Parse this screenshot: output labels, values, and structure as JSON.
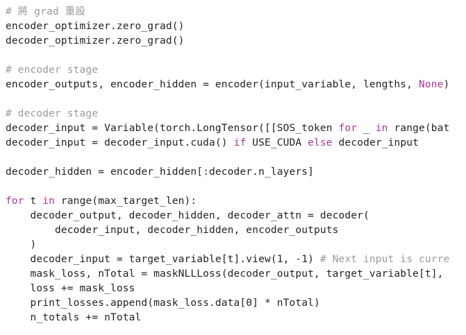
{
  "colors": {
    "background": "#ffffff",
    "text": "#222222",
    "comment": "#9a9a9a",
    "keyword": "#b0339e"
  },
  "code": {
    "lines": [
      [
        {
          "t": "comment",
          "v": "# 將 grad 重設"
        }
      ],
      [
        {
          "t": "plain",
          "v": "encoder_optimizer.zero_grad()"
        }
      ],
      [
        {
          "t": "plain",
          "v": "decoder_optimizer.zero_grad()"
        }
      ],
      [],
      [
        {
          "t": "comment",
          "v": "# encoder stage"
        }
      ],
      [
        {
          "t": "plain",
          "v": "encoder_outputs, encoder_hidden = encoder(input_variable, lengths, "
        },
        {
          "t": "const",
          "v": "None"
        },
        {
          "t": "plain",
          "v": ")"
        }
      ],
      [],
      [
        {
          "t": "comment",
          "v": "# decoder stage"
        }
      ],
      [
        {
          "t": "plain",
          "v": "decoder_input = Variable(torch.LongTensor([[SOS_token "
        },
        {
          "t": "keyword",
          "v": "for"
        },
        {
          "t": "plain",
          "v": " _ "
        },
        {
          "t": "keyword",
          "v": "in"
        },
        {
          "t": "plain",
          "v": " range(bat"
        }
      ],
      [
        {
          "t": "plain",
          "v": "decoder_input = decoder_input.cuda() "
        },
        {
          "t": "keyword",
          "v": "if"
        },
        {
          "t": "plain",
          "v": " USE_CUDA "
        },
        {
          "t": "keyword",
          "v": "else"
        },
        {
          "t": "plain",
          "v": " decoder_input"
        }
      ],
      [],
      [
        {
          "t": "plain",
          "v": "decoder_hidden = encoder_hidden[:decoder.n_layers]"
        }
      ],
      [],
      [
        {
          "t": "keyword",
          "v": "for"
        },
        {
          "t": "plain",
          "v": " t "
        },
        {
          "t": "keyword",
          "v": "in"
        },
        {
          "t": "plain",
          "v": " range(max_target_len):"
        }
      ],
      [
        {
          "t": "plain",
          "v": "    decoder_output, decoder_hidden, decoder_attn = decoder("
        }
      ],
      [
        {
          "t": "plain",
          "v": "        decoder_input, decoder_hidden, encoder_outputs"
        }
      ],
      [
        {
          "t": "plain",
          "v": "    )"
        }
      ],
      [
        {
          "t": "plain",
          "v": "    decoder_input = target_variable[t].view(1, -1) "
        },
        {
          "t": "comment",
          "v": "# Next input is curre"
        }
      ],
      [
        {
          "t": "plain",
          "v": "    mask_loss, nTotal = maskNLLLoss(decoder_output, target_variable[t], "
        }
      ],
      [
        {
          "t": "plain",
          "v": "    loss += mask_loss"
        }
      ],
      [
        {
          "t": "plain",
          "v": "    print_losses.append(mask_loss.data[0] * nTotal)"
        }
      ],
      [
        {
          "t": "plain",
          "v": "    n_totals += nTotal"
        }
      ]
    ]
  }
}
